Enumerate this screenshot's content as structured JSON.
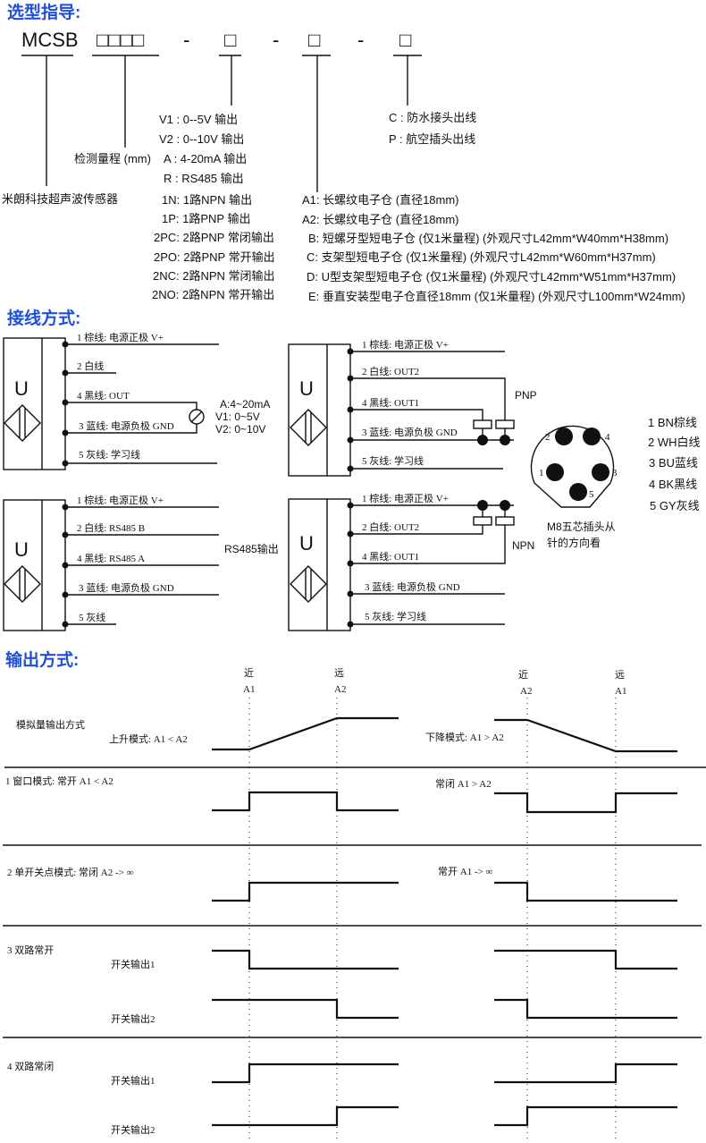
{
  "selection": {
    "title": "选型指导:",
    "model_prefix": "MCSB",
    "range_boxes": "□□□□",
    "box": "□",
    "dash": "-",
    "range_label": "检测量程 (mm)",
    "brand_label": "米朗科技超声波传感器",
    "output_options": [
      "V1 : 0--5V 输出",
      "V2 : 0--10V 输出",
      "A :  4-20mA 输出",
      "R :  RS485 输出",
      "1N:  1路NPN 输出",
      "1P:  1路PNP 输出",
      "2PC:  2路PNP 常闭输出",
      "2PO:  2路PNP 常开输出",
      "2NC:  2路NPN 常闭输出",
      "2NO:  2路NPN 常开输出"
    ],
    "housing_options": [
      "A1:  长螺纹电子仓  (直径18mm)",
      "A2:  长螺纹电子仓  (直径18mm)",
      "B:  短螺牙型短电子仓 (仅1米量程)   (外观尺寸L42mm*W40mm*H38mm)",
      "C:  支架型短电子仓 (仅1米量程)   (外观尺寸L42mm*W60mm*H37mm)",
      "D:  U型支架型短电子仓 (仅1米量程)   (外观尺寸L42mm*W51mm*H37mm)",
      "E:  垂直安装型电子仓直径18mm (仅1米量程)   (外观尺寸L100mm*W24mm)"
    ],
    "connection_options": [
      "C : 防水接头出线",
      "P : 航空插头出线"
    ]
  },
  "wiring": {
    "title": "接线方式:",
    "sensor_letter": "U",
    "analog": {
      "wires": [
        "1 棕线: 电源正极 V+",
        "2 白线",
        "4 黑线: OUT",
        "3 蓝线: 电源负极 GND",
        "5 灰线: 学习线"
      ],
      "notes": [
        "A:4~20mA",
        "V1: 0~5V",
        "V2: 0~10V"
      ]
    },
    "rs485": {
      "wires": [
        "1 棕线: 电源正极 V+",
        "2 白线: RS485 B",
        "4 黑线: RS485 A",
        "3 蓝线: 电源负极 GND",
        "5 灰线"
      ],
      "note": "RS485输出"
    },
    "pnp": {
      "wires": [
        "1 棕线: 电源正极 V+",
        "2 白线: OUT2",
        "4 黑线: OUT1",
        "3 蓝线: 电源负极 GND",
        "5 灰线: 学习线"
      ],
      "note": "PNP"
    },
    "npn": {
      "wires": [
        "1 棕线: 电源正极 V+",
        "2 白线: OUT2",
        "4 黑线: OUT1",
        "3 蓝线: 电源负极 GND",
        "5 灰线: 学习线"
      ],
      "note": "NPN"
    },
    "connector": {
      "pins": [
        "1",
        "2",
        "3",
        "4",
        "5"
      ],
      "caption": [
        "M8五芯插头从",
        "针的方向看"
      ],
      "legend": [
        "1 BN棕线",
        "2 WH白线",
        "3 BU蓝线",
        "4 BK黑线",
        "5 GY灰线"
      ]
    }
  },
  "output": {
    "title": "输出方式:",
    "markers_left": [
      {
        "top": "近",
        "bottom": "A1"
      },
      {
        "top": "远",
        "bottom": "A2"
      }
    ],
    "markers_right": [
      {
        "top": "近",
        "bottom": "A2"
      },
      {
        "top": "远",
        "bottom": "A1"
      }
    ],
    "analog_label": "模拟量输出方式",
    "rise_label": "上升模式: A1 < A2",
    "fall_label": "下降模式: A1 > A2",
    "window_label": "1 窗口模式: 常开  A1 < A2",
    "window_right_label": "常闭  A1 > A2",
    "single_label": "2 单开关点模式: 常闭  A2 -> ∞",
    "single_right_label": "常开  A1 -> ∞",
    "dual_open_label": "3 双路常开",
    "dual_closed_label": "4 双路常闭",
    "switch1": "开关输出1",
    "switch2": "开关输出2"
  }
}
